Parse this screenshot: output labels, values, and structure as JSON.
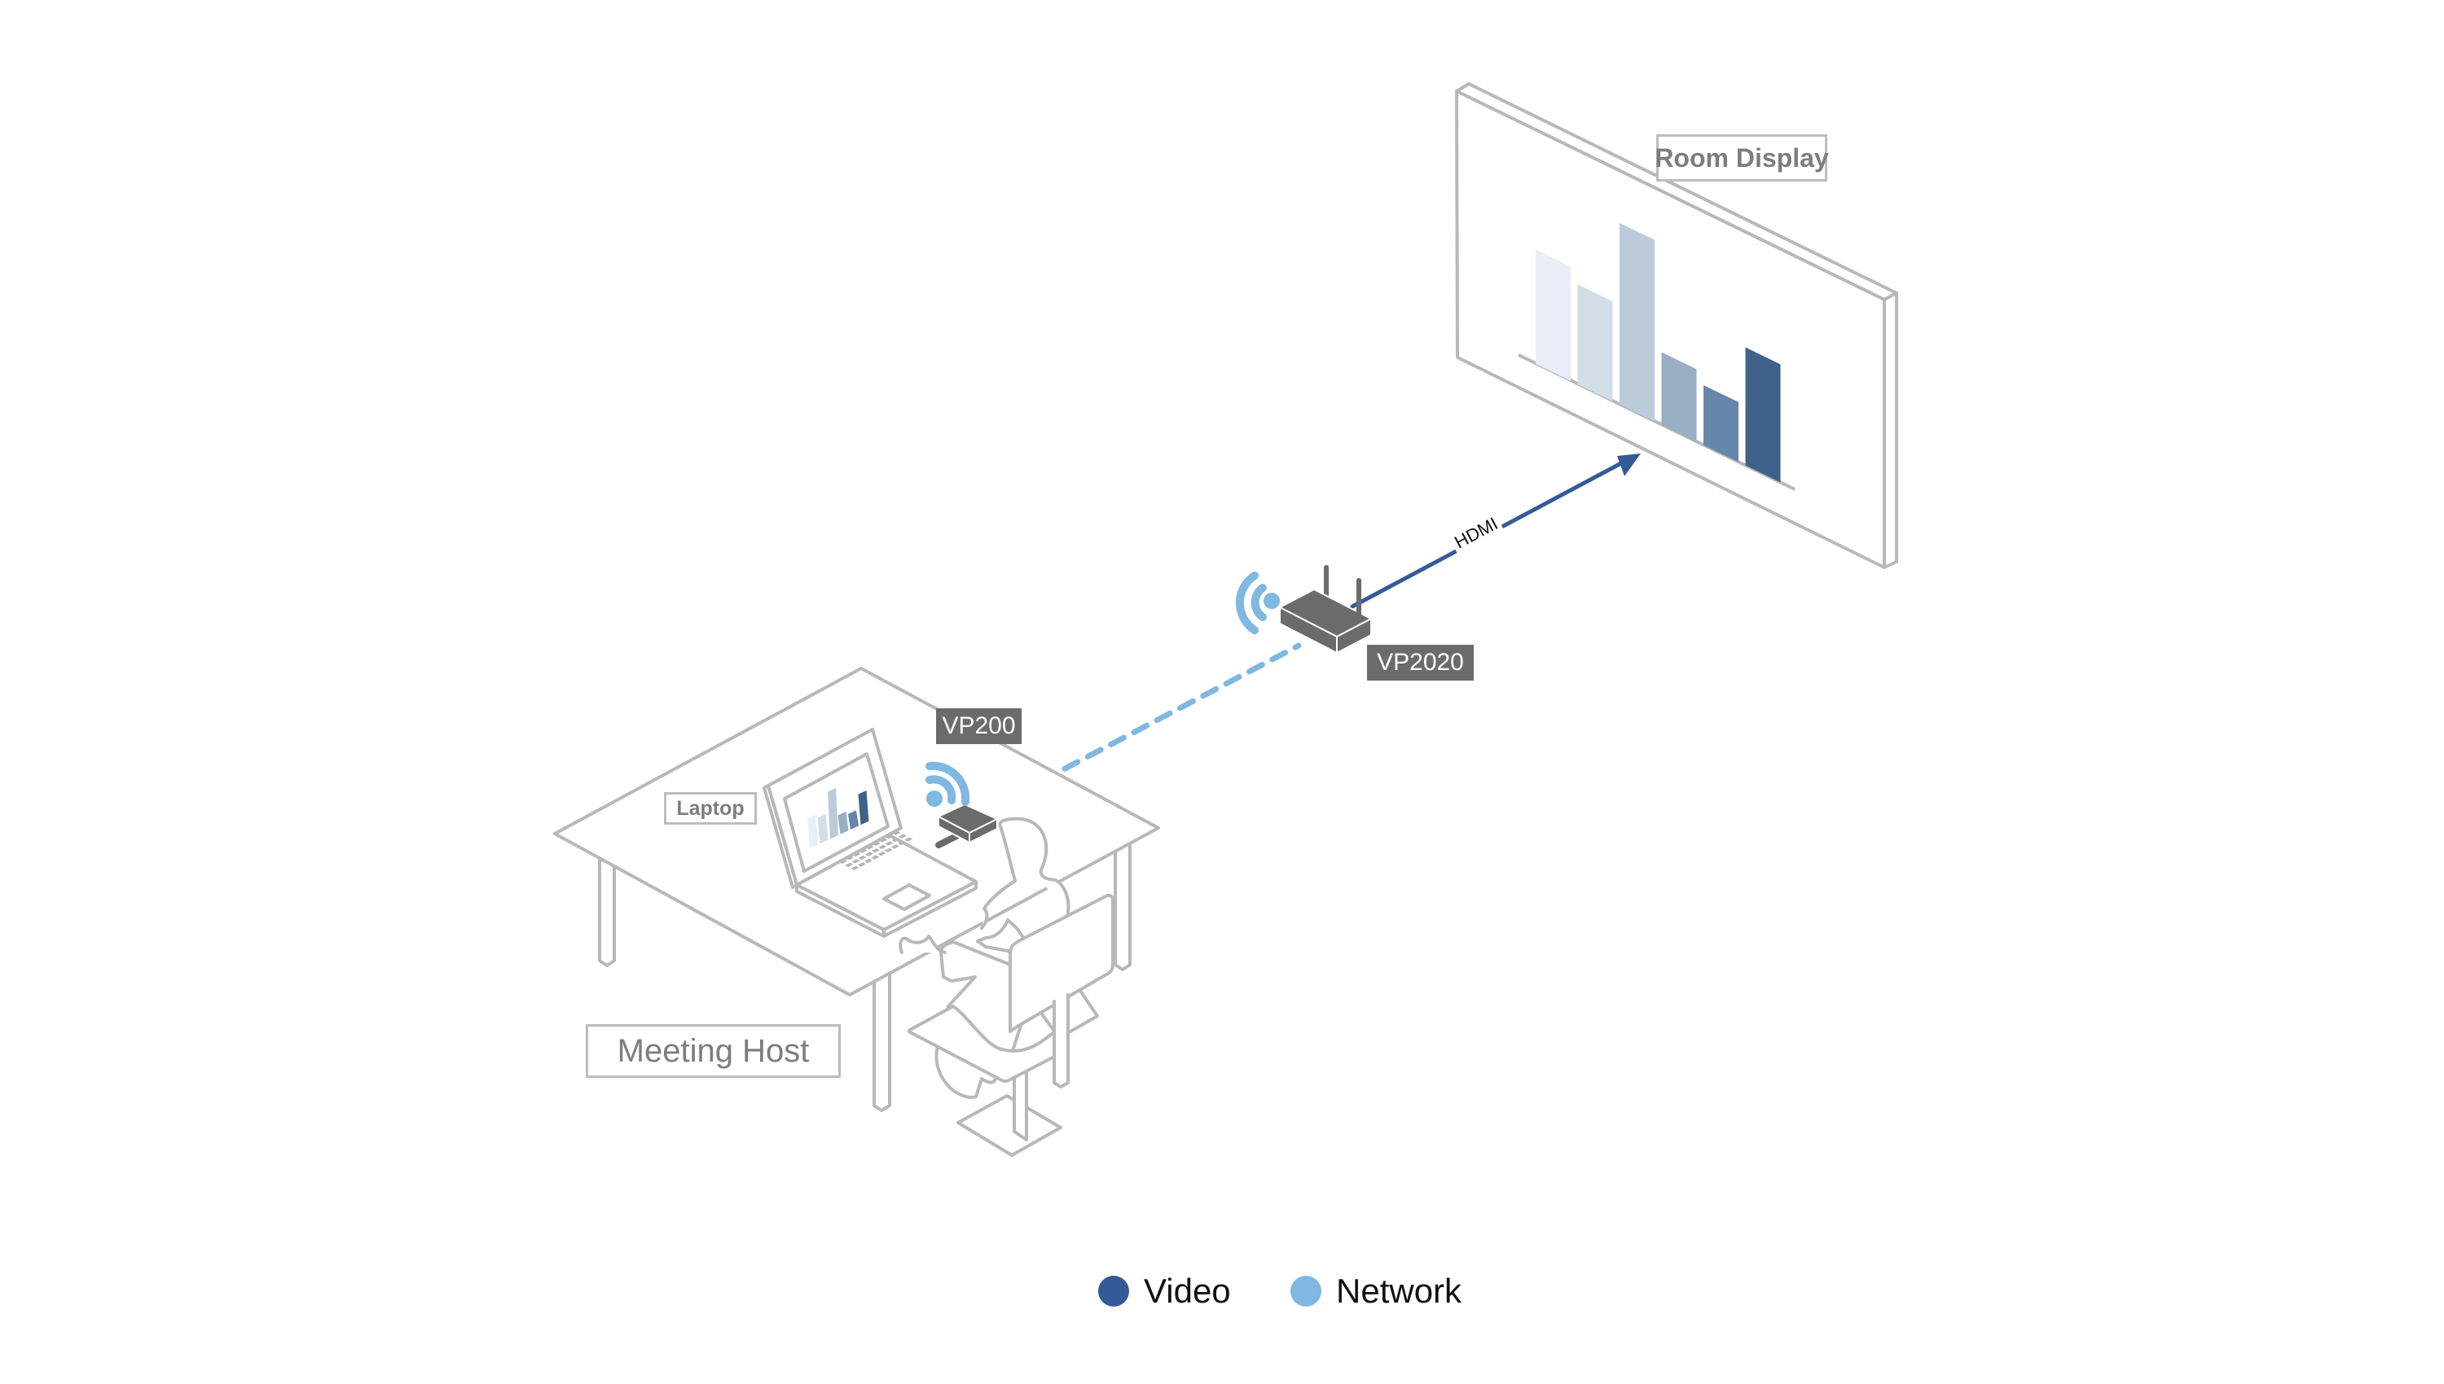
{
  "diagram": {
    "labels": {
      "room_display": "Room Display",
      "laptop": "Laptop",
      "meeting_host": "Meeting Host",
      "vp200": "VP200",
      "vp2020": "VP2020",
      "hdmi": "HDMI"
    },
    "connections": [
      {
        "from": "VP200",
        "to": "VP2020",
        "type": "Network",
        "style": "dashed"
      },
      {
        "from": "VP2020",
        "to": "Room Display",
        "type": "Video",
        "label": "HDMI",
        "style": "solid-arrow"
      }
    ],
    "devices": [
      {
        "name": "VP200",
        "icon": "wifi-icon",
        "attached_to": "Laptop"
      },
      {
        "name": "VP2020",
        "icon": "router-icon",
        "wireless": true
      }
    ],
    "screen_chart": {
      "bars": 6,
      "relative_heights": [
        0.63,
        0.55,
        1.0,
        0.4,
        0.33,
        0.65
      ],
      "colors": [
        "#e8edf7",
        "#d2dde8",
        "#bccbd9",
        "#98aec4",
        "#6687ab",
        "#3e6289"
      ]
    },
    "legend": [
      {
        "label": "Video",
        "color": "#345a98"
      },
      {
        "label": "Network",
        "color": "#7fb8e0"
      }
    ],
    "colors": {
      "video": "#345a98",
      "network": "#7fb8e0",
      "device": "#6b6b6b",
      "outline": "#b8b8b8"
    }
  }
}
